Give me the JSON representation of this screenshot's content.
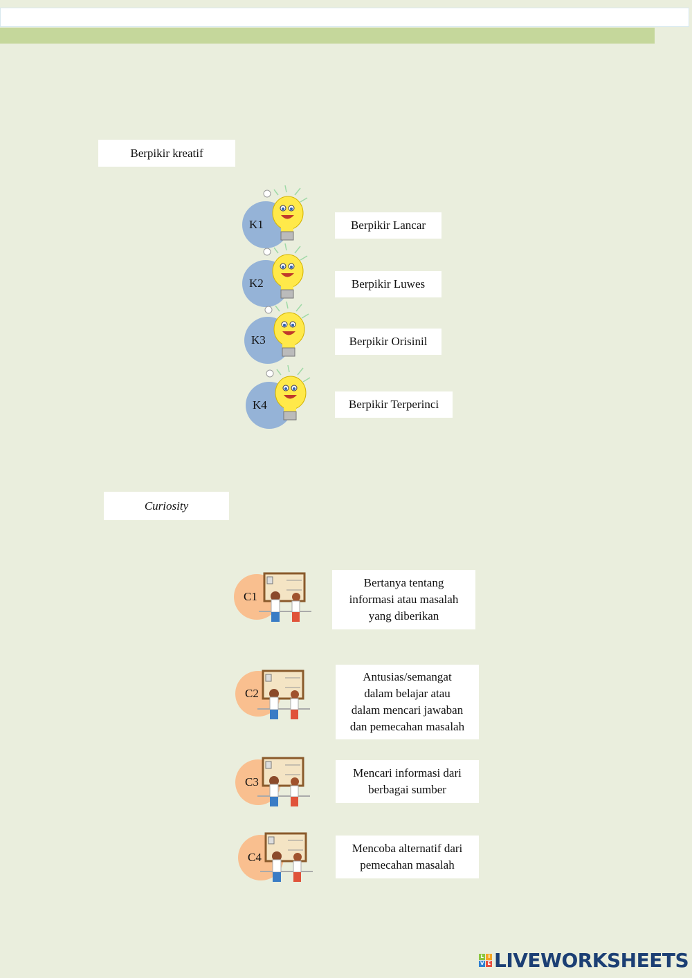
{
  "creative_section": {
    "heading": "Berpikir kreatif",
    "items": [
      {
        "code": "K1",
        "label": "Berpikir Lancar"
      },
      {
        "code": "K2",
        "label": "Berpikir Luwes"
      },
      {
        "code": "K3",
        "label": "Berpikir Orisinil"
      },
      {
        "code": "K4",
        "label": "Berpikir Terperinci"
      }
    ]
  },
  "curiosity_section": {
    "heading": "Curiosity",
    "items": [
      {
        "code": "C1",
        "lines": [
          "Bertanya tentang",
          "informasi atau masalah",
          "yang diberikan"
        ]
      },
      {
        "code": "C2",
        "lines": [
          "Antusias/semangat",
          "dalam belajar atau",
          "dalam mencari jawaban",
          "dan pemecahan masalah"
        ]
      },
      {
        "code": "C3",
        "lines": [
          "Mencari informasi dari",
          "berbagai sumber"
        ]
      },
      {
        "code": "C4",
        "lines": [
          "Mencoba alternatif dari",
          "pemecahan masalah"
        ]
      }
    ]
  },
  "footer": {
    "logo_text": "LIVEWORKSHEETS",
    "logo_mark": [
      "L",
      "I",
      "V",
      "E"
    ]
  },
  "colors": {
    "background": "#eaeedd",
    "green_bar": "#c5d79b",
    "creative_circle": "#95b3d7",
    "curiosity_circle": "#f9bf8f",
    "logo": "#1c3f74"
  }
}
